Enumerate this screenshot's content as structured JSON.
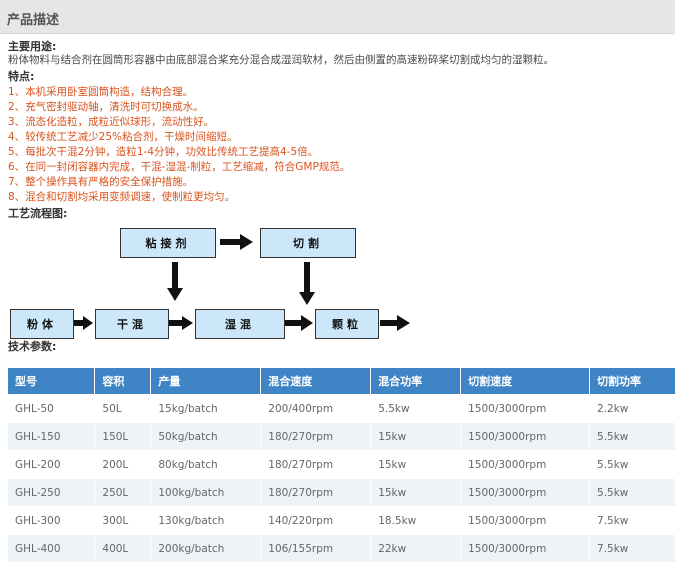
{
  "header": {
    "title": "产品描述"
  },
  "purpose": {
    "label": "主要用途:",
    "text": "粉体物料与结合剂在圆筒形容器中由底部混合桨充分混合成湿润软材，然后由侧置的高速粉碎桨切割成均匀的湿颗粒。"
  },
  "features": {
    "label": "特点:",
    "items": [
      {
        "num": "1、",
        "text": "本机采用卧室圆筒构造，结构合理。"
      },
      {
        "num": "2、",
        "text": "充气密封驱动轴，清洗时可切换成水。"
      },
      {
        "num": "3、",
        "text": "流态化造粒，成粒近似球形，流动性好。"
      },
      {
        "num": "4、",
        "text": "较传统工艺减少25%粘合剂，干燥时间缩短。"
      },
      {
        "num": "5、",
        "text": "每批次干混2分钟，造粒1-4分钟，功效比传统工艺提高4-5倍。"
      },
      {
        "num": "6、",
        "text": "在同一封闭容器内完成，干混-湿混-制粒，工艺缩减，符合GMP规范。"
      },
      {
        "num": "7、",
        "text": "整个操作具有严格的安全保护措施。"
      },
      {
        "num": "8、",
        "text": "混合和切割均采用变频调速，使制粒更均匀。"
      }
    ]
  },
  "flow": {
    "label": "工艺流程图:",
    "boxes": {
      "binder": "粘接剂",
      "cut": "切割",
      "powder": "粉体",
      "dry_mix": "干混",
      "wet_mix": "湿混",
      "granule": "颗粒"
    }
  },
  "params": {
    "label": "技术参数:",
    "columns": [
      "型号",
      "容积",
      "产量",
      "混合速度",
      "混合功率",
      "切割速度",
      "切割功率"
    ],
    "rows": [
      [
        "GHL-50",
        "50L",
        "15kg/batch",
        "200/400rpm",
        "5.5kw",
        "1500/3000rpm",
        "2.2kw"
      ],
      [
        "GHL-150",
        "150L",
        "50kg/batch",
        "180/270rpm",
        "15kw",
        "1500/3000rpm",
        "5.5kw"
      ],
      [
        "GHL-200",
        "200L",
        "80kg/batch",
        "180/270rpm",
        "15kw",
        "1500/3000rpm",
        "5.5kw"
      ],
      [
        "GHL-250",
        "250L",
        "100kg/batch",
        "180/270rpm",
        "15kw",
        "1500/3000rpm",
        "5.5kw"
      ],
      [
        "GHL-300",
        "300L",
        "130kg/batch",
        "140/220rpm",
        "18.5kw",
        "1500/3000rpm",
        "7.5kw"
      ],
      [
        "GHL-400",
        "400L",
        "200kg/batch",
        "106/155rpm",
        "22kw",
        "1500/3000rpm",
        "7.5kw"
      ]
    ]
  },
  "colors": {
    "header_bg": "#e6e6e6",
    "feature_text": "#d9531e",
    "table_header_bg": "#3f85c6",
    "table_alt_row": "#eef3f8",
    "flow_box_fill": "#cde7fa"
  }
}
